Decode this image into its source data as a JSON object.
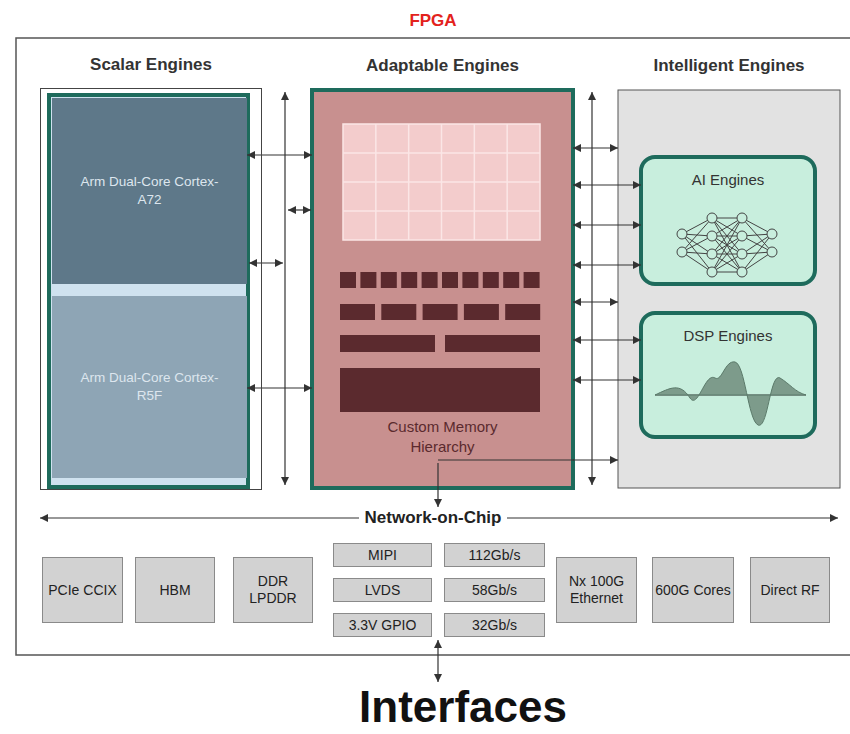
{
  "diagram": {
    "title": "FPGA",
    "caption": "Interfaces",
    "nodes": [
      {
        "text": [
          "Scalar Engines"
        ]
      },
      {
        "text": [
          "Arm Dual-Core Cortex-A72"
        ],
        "in": 0
      },
      {
        "text": [
          "Arm Dual-Core Cortex-R5F"
        ],
        "in": 0
      },
      {
        "text": [
          "Adaptable Engines",
          "Custom Memory Hierarchy"
        ]
      },
      {
        "text": [
          "Intelligent Engines"
        ]
      },
      {
        "text": [
          "AI Engines"
        ],
        "in": 4
      },
      {
        "text": [
          "DSP Engines"
        ],
        "in": 4
      },
      {
        "text": [
          "PCIe CCIX"
        ]
      },
      {
        "text": [
          "HBM"
        ]
      },
      {
        "text": [
          "DDR LPDDR"
        ]
      },
      {
        "text": [
          "MIPI"
        ]
      },
      {
        "text": [
          "112Gb/s"
        ]
      },
      {
        "text": [
          "LVDS"
        ]
      },
      {
        "text": [
          "58Gb/s"
        ]
      },
      {
        "text": [
          "3.3V GPIO"
        ]
      },
      {
        "text": [
          "32Gb/s"
        ]
      },
      {
        "text": [
          "Nx 100G Ethernet"
        ]
      },
      {
        "text": [
          "600G Cores"
        ]
      },
      {
        "text": [
          "Direct RF"
        ]
      }
    ],
    "edges": [
      {
        "from": 1,
        "to": 3,
        "arrow": "both"
      },
      {
        "from": 2,
        "to": 3,
        "arrow": "both"
      },
      {
        "from": 3,
        "to": 4,
        "arrow": "both"
      },
      {
        "from": 3,
        "to": 5,
        "arrow": "both"
      },
      {
        "from": 3,
        "to": 5,
        "arrow": "both"
      },
      {
        "from": 3,
        "to": 5,
        "arrow": "both"
      },
      {
        "from": 3,
        "to": 4,
        "arrow": "both"
      },
      {
        "from": 3,
        "to": 6,
        "arrow": "both"
      },
      {
        "from": 3,
        "to": 6,
        "arrow": "both"
      },
      {
        "from": 3,
        "to": 4,
        "arrow": "to"
      }
    ],
    "labels": [
      "Network-on-Chip"
    ]
  }
}
